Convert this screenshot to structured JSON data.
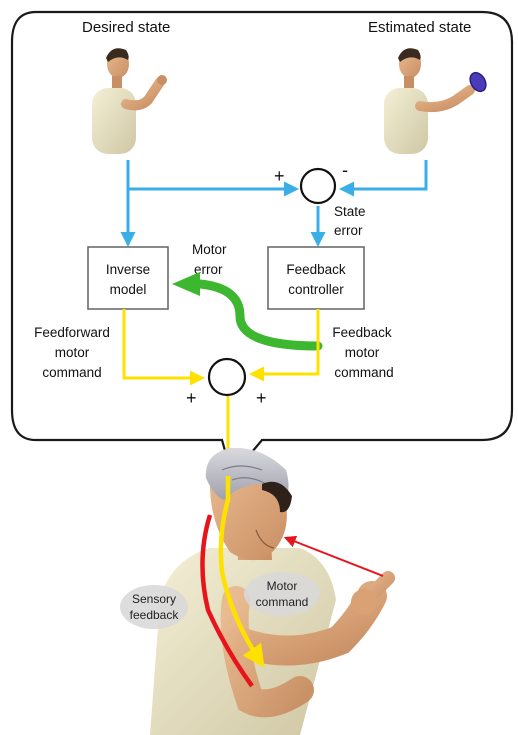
{
  "labels": {
    "desired_state": "Desired state",
    "estimated_state": "Estimated state",
    "plus_top": "+",
    "minus_top": "-",
    "state_error_1": "State",
    "state_error_2": "error",
    "motor_error_1": "Motor",
    "motor_error_2": "error",
    "inverse_model_1": "Inverse",
    "inverse_model_2": "model",
    "feedback_controller_1": "Feedback",
    "feedback_controller_2": "controller",
    "feedforward_1": "Feedforward",
    "feedforward_2": "motor",
    "feedforward_3": "command",
    "feedback_motor_1": "Feedback",
    "feedback_motor_2": "motor",
    "feedback_motor_3": "command",
    "plus_left": "+",
    "plus_right": "+",
    "sensory_1": "Sensory",
    "sensory_2": "feedback",
    "motor_cmd_1": "Motor",
    "motor_cmd_2": "command"
  },
  "colors": {
    "blue": "#3aaee8",
    "green": "#3cb72f",
    "yellow": "#ffe100",
    "red": "#e8141c",
    "box_border": "#6c6c6c",
    "bubble_border": "#1a1a1a"
  },
  "icons": {
    "desired_person": "person-pointing-icon",
    "estimated_person": "person-holding-object-icon",
    "main_figure": "person-pointing-icon"
  }
}
